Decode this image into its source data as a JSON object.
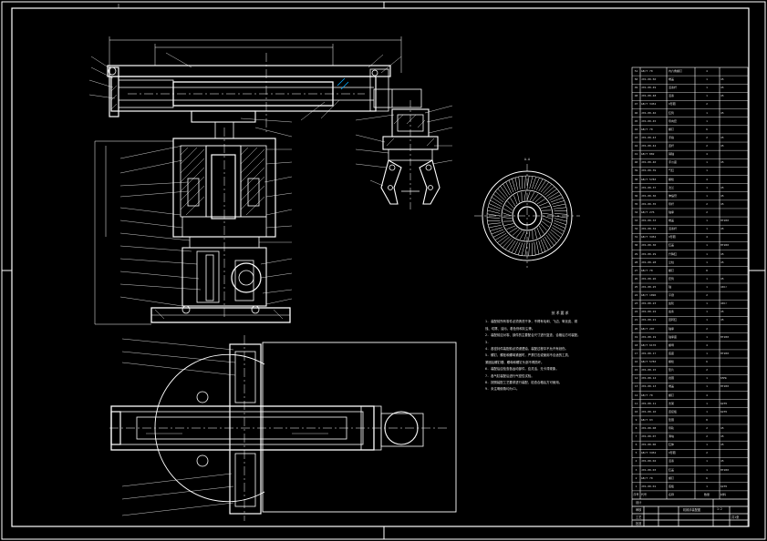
{
  "drawing": {
    "colors": {
      "background": "#000000",
      "line": "#ffffff",
      "accent": "#00aaff",
      "dim": "#cccccc"
    }
  },
  "tech_notes": {
    "title": "技术要求",
    "lines": [
      "1. 装配前所有零件必须清洗干净，不得有毛刺、飞边、氧化皮、锈",
      "   蚀、切屑、油污、着色剂和灰尘等。",
      "2. 装配前应对零、部件的主要配合尺寸进行复查，合格后方可装配。",
      "3.",
      "4. 各密封件装配前必须浸透油，装配过程中不允许有划伤。",
      "5. 螺钉、螺栓和螺母紧固时，严禁打击或使用不合适的工具，",
      "   紧固后螺钉槽、螺母和螺钉头部不得损坏。",
      "6. 装配后应检查各运动部件，应灵活，无卡滞现象。",
      "7. 各气缸装配后进行气密性试验。",
      "8. 按照装配工艺要求进行装配，检查合格后方可使用。",
      "9. 未注明倒角均为C1。"
    ]
  },
  "bom": {
    "rows": [
      [
        "51",
        "GB/T 70",
        "内六角螺钉",
        "4",
        ""
      ],
      [
        "50",
        "JXS-00-50",
        "端盖",
        "1",
        "45"
      ],
      [
        "49",
        "JXS-00-49",
        "活塞杆",
        "1",
        "45"
      ],
      [
        "48",
        "JXS-00-48",
        "活塞",
        "1",
        "45"
      ],
      [
        "47",
        "GB/T 3452",
        "O形圈",
        "2",
        ""
      ],
      [
        "46",
        "JXS-00-46",
        "缸筒",
        "1",
        "45"
      ],
      [
        "45",
        "JXS-00-45",
        "导向套",
        "1",
        ""
      ],
      [
        "44",
        "GB/T 70",
        "螺钉",
        "6",
        ""
      ],
      [
        "43",
        "JXS-00-43",
        "手指",
        "2",
        "45"
      ],
      [
        "42",
        "JXS-00-42",
        "连杆",
        "2",
        "45"
      ],
      [
        "41",
        "GB/T 882",
        "销轴",
        "4",
        ""
      ],
      [
        "40",
        "JXS-00-40",
        "手爪座",
        "1",
        "45"
      ],
      [
        "39",
        "JXS-00-39",
        "气缸",
        "1",
        ""
      ],
      [
        "38",
        "GB/T 5783",
        "螺栓",
        "4",
        ""
      ],
      [
        "37",
        "JXS-00-37",
        "法兰",
        "1",
        "45"
      ],
      [
        "36",
        "JXS-00-36",
        "伸缩臂",
        "1",
        "45"
      ],
      [
        "35",
        "JXS-00-35",
        "导杆",
        "2",
        "45"
      ],
      [
        "34",
        "GB/T 276",
        "轴承",
        "2",
        ""
      ],
      [
        "33",
        "JXS-00-33",
        "端盖",
        "1",
        "HT200"
      ],
      [
        "32",
        "JXS-00-32",
        "活塞杆",
        "1",
        "45"
      ],
      [
        "31",
        "GB/T 3452",
        "O形圈",
        "4",
        ""
      ],
      [
        "30",
        "JXS-00-30",
        "缸盖",
        "1",
        "HT200"
      ],
      [
        "29",
        "JXS-00-29",
        "升降缸",
        "1",
        "45"
      ],
      [
        "28",
        "JXS-00-28",
        "立柱",
        "1",
        "45"
      ],
      [
        "27",
        "GB/T 70",
        "螺钉",
        "8",
        ""
      ],
      [
        "26",
        "JXS-00-26",
        "套筒",
        "1",
        "45"
      ],
      [
        "25",
        "JXS-00-25",
        "轴",
        "1",
        "40Cr"
      ],
      [
        "24",
        "GB/T 1096",
        "平键",
        "2",
        ""
      ],
      [
        "23",
        "JXS-00-23",
        "齿轮",
        "1",
        "40Cr"
      ],
      [
        "22",
        "JXS-00-22",
        "齿条",
        "1",
        "45"
      ],
      [
        "21",
        "JXS-00-21",
        "回转缸",
        "1",
        "45"
      ],
      [
        "20",
        "GB/T 297",
        "轴承",
        "2",
        ""
      ],
      [
        "19",
        "JXS-00-19",
        "轴承座",
        "1",
        "HT200"
      ],
      [
        "18",
        "GB/T 6170",
        "螺母",
        "4",
        ""
      ],
      [
        "17",
        "JXS-00-17",
        "底座",
        "1",
        "HT200"
      ],
      [
        "16",
        "GB/T 5783",
        "螺栓",
        "6",
        ""
      ],
      [
        "15",
        "JXS-00-15",
        "垫片",
        "2",
        ""
      ],
      [
        "14",
        "JXS-00-14",
        "挡圈",
        "1",
        "65Mn"
      ],
      [
        "13",
        "JXS-00-13",
        "端盖",
        "1",
        "HT200"
      ],
      [
        "12",
        "GB/T 70",
        "螺钉",
        "4",
        ""
      ],
      [
        "11",
        "JXS-00-11",
        "支架",
        "1",
        "Q235"
      ],
      [
        "10",
        "JXS-00-10",
        "连接板",
        "1",
        "Q235"
      ],
      [
        "9",
        "GB/T 93",
        "垫圈",
        "8",
        ""
      ],
      [
        "8",
        "JXS-00-08",
        "导轨",
        "2",
        "45"
      ],
      [
        "7",
        "JXS-00-07",
        "滑块",
        "2",
        "45"
      ],
      [
        "6",
        "JXS-00-06",
        "缸体",
        "1",
        "45"
      ],
      [
        "5",
        "GB/T 3452",
        "O形圈",
        "2",
        ""
      ],
      [
        "4",
        "JXS-00-04",
        "活塞",
        "1",
        "45"
      ],
      [
        "3",
        "JXS-00-03",
        "缸盖",
        "1",
        "HT200"
      ],
      [
        "2",
        "GB/T 70",
        "螺钉",
        "6",
        ""
      ],
      [
        "1",
        "JXS-00-01",
        "底板",
        "1",
        "Q235"
      ]
    ],
    "header": [
      "序号",
      "代号",
      "名称",
      "数量",
      "材料"
    ]
  },
  "title_block": {
    "name": "机械手装配图",
    "scale": "1:2",
    "sheet": "共1张",
    "labels": [
      "设计",
      "审核",
      "工艺",
      "批准"
    ]
  }
}
